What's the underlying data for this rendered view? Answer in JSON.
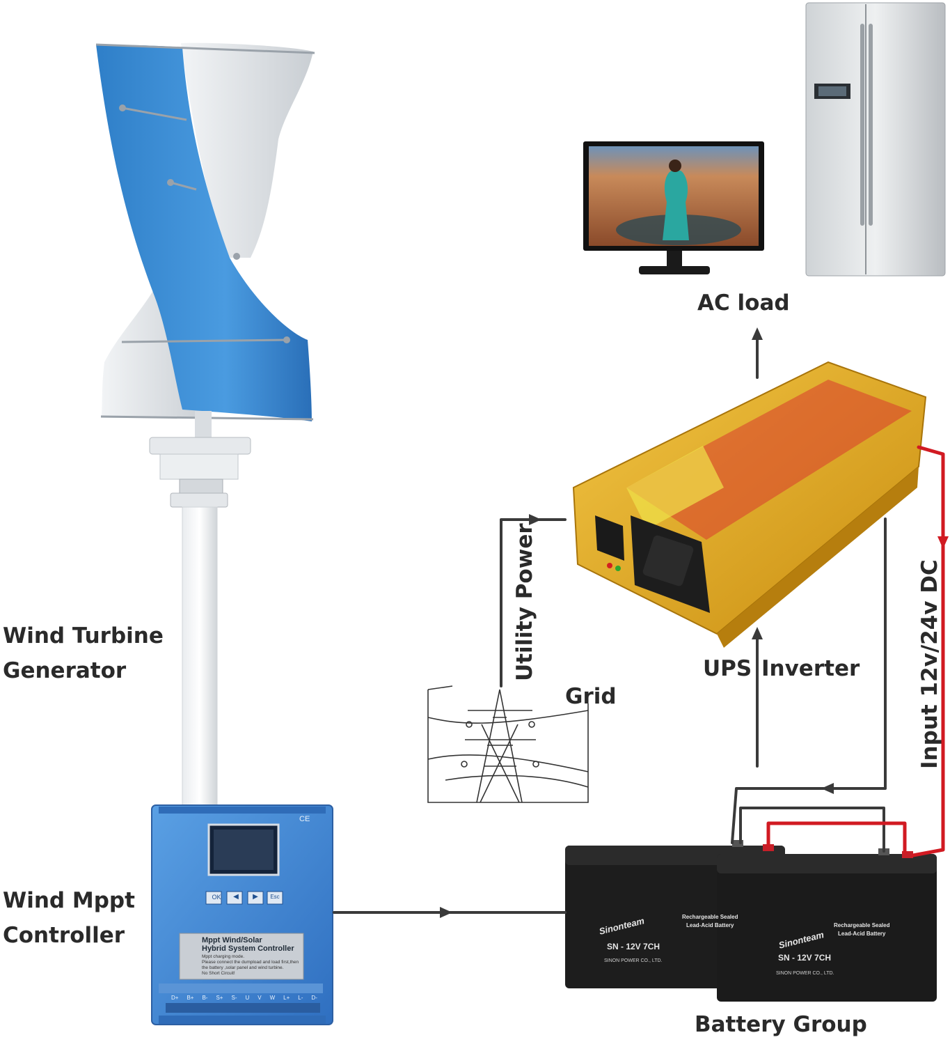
{
  "labels": {
    "wind_turbine_line1": "Wind Turbine",
    "wind_turbine_line2": "Generator",
    "controller_line1": "Wind Mppt",
    "controller_line2": "Controller",
    "ac_load": "AC load",
    "utility_power": "Utility Power",
    "grid": "Grid",
    "ups": "UPS",
    "inverter": "Inverter",
    "input_dc": "Input 12v/24v DC",
    "battery_group": "Battery Group"
  },
  "controller": {
    "panel_title_line1": "Mppt Wind/Solar",
    "panel_title_line2": "Hybrid System Controller",
    "panel_note_line1": "Mppt charging mode.",
    "panel_note_line2": "Please connect the dumpload and load first,then",
    "panel_note_line3": "the battery ,solar panel and wind turbine.",
    "panel_note_line4": "No Short Circuit!",
    "buttons": [
      "OK",
      "◀",
      "▶",
      "Esc"
    ],
    "terminals": [
      "D+",
      "B+",
      "B-",
      "S+",
      "S-",
      "U",
      "V",
      "W",
      "L+",
      "L-",
      "D-"
    ],
    "ce_mark": "CE"
  },
  "batteries": [
    {
      "brand": "Sinonteam",
      "model": "SN - 12V 7CH",
      "maker": "SINON POWER CO., LTD.",
      "type_line1": "Rechargeable Sealed",
      "type_line2": "Lead-Acid Battery"
    },
    {
      "brand": "Sinonteam",
      "model": "SN - 12V 7CH",
      "maker": "SINON POWER CO., LTD.",
      "type_line1": "Rechargeable Sealed",
      "type_line2": "Lead-Acid Battery"
    }
  ],
  "colors": {
    "turbine_blue": "#3d8fd6",
    "turbine_white": "#e4e8ec",
    "controller_blue": "#3f86d6",
    "inverter_gold": "#e0a91c",
    "wire_dark": "#3a3a3a",
    "wire_red": "#d11a22",
    "battery_black": "#1d1d1d"
  }
}
